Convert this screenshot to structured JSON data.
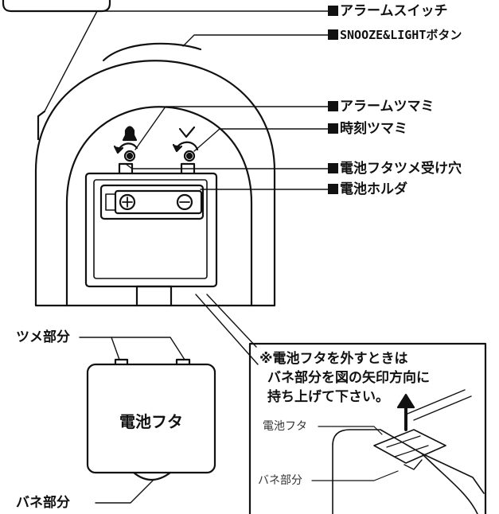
{
  "labels": {
    "alarm_switch": "アラームスイッチ",
    "snooze_button": "SNOOZE&LIGHTボタン",
    "alarm_knob": "アラームツマミ",
    "time_knob": "時刻ツマミ",
    "cover_hole": "電池フタツメ受け穴",
    "battery_holder": "電池ホルダ"
  },
  "parts": {
    "tab": "ツメ部分",
    "cover": "電池フタ",
    "spring": "バネ部分"
  },
  "note": {
    "line1": "※電池フタを外すときは",
    "line2": "バネ部分を図の矢印方向に",
    "line3": "持ち上げて下さい。",
    "cover_label": "電池フタ",
    "spring_label": "バネ部分"
  },
  "icons": {
    "bell": "bell-icon",
    "check": "checkmark-icon",
    "plus": "plus-icon",
    "minus": "minus-icon",
    "arrow": "arrow-up-icon"
  }
}
